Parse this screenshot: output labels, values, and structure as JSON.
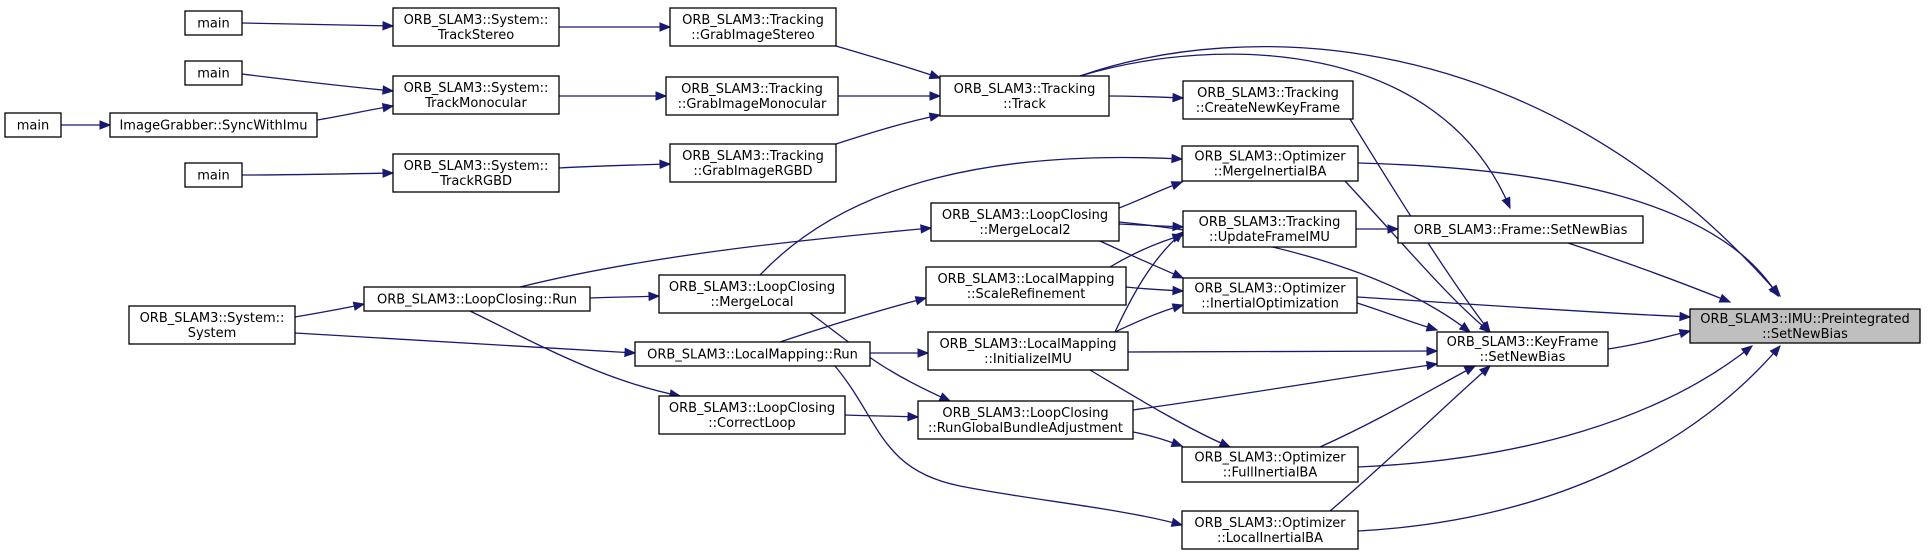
{
  "graph": {
    "nodes": {
      "target": [
        "ORB_SLAM3::IMU::Preintegrated",
        "::SetNewBias"
      ],
      "keyframe": [
        "ORB_SLAM3::KeyFrame",
        "::SetNewBias"
      ],
      "frame": [
        "ORB_SLAM3::Frame::SetNewBias"
      ],
      "track": [
        "ORB_SLAM3::Tracking",
        "::Track"
      ],
      "createkf": [
        "ORB_SLAM3::Tracking",
        "::CreateNewKeyFrame"
      ],
      "mergeiba": [
        "ORB_SLAM3::Optimizer",
        "::MergeInertialBA"
      ],
      "updateimu": [
        "ORB_SLAM3::Tracking",
        "::UpdateFrameIMU"
      ],
      "inertialopt": [
        "ORB_SLAM3::Optimizer",
        "::InertialOptimization"
      ],
      "initimu": [
        "ORB_SLAM3::LocalMapping",
        "::InitializeIMU"
      ],
      "fulliba": [
        "ORB_SLAM3::Optimizer",
        "::FullInertialBA"
      ],
      "localiba": [
        "ORB_SLAM3::Optimizer",
        "::LocalInertialBA"
      ],
      "rungba": [
        "ORB_SLAM3::LoopClosing",
        "::RunGlobalBundleAdjustment"
      ],
      "mergelocal2": [
        "ORB_SLAM3::LoopClosing",
        "::MergeLocal2"
      ],
      "scalerefine": [
        "ORB_SLAM3::LocalMapping",
        "::ScaleRefinement"
      ],
      "grabstereo": [
        "ORB_SLAM3::Tracking",
        "::GrabImageStereo"
      ],
      "grabmono": [
        "ORB_SLAM3::Tracking",
        "::GrabImageMonocular"
      ],
      "grabrgbd": [
        "ORB_SLAM3::Tracking",
        "::GrabImageRGBD"
      ],
      "mergelocal": [
        "ORB_SLAM3::LoopClosing",
        "::MergeLocal"
      ],
      "lmrun": [
        "ORB_SLAM3::LocalMapping::Run"
      ],
      "correctloop": [
        "ORB_SLAM3::LoopClosing",
        "::CorrectLoop"
      ],
      "sysstereo": [
        "ORB_SLAM3::System::",
        "TrackStereo"
      ],
      "sysmono": [
        "ORB_SLAM3::System::",
        "TrackMonocular"
      ],
      "sysrgbd": [
        "ORB_SLAM3::System::",
        "TrackRGBD"
      ],
      "lcrun": [
        "ORB_SLAM3::LoopClosing::Run"
      ],
      "system": [
        "ORB_SLAM3::System::",
        "System"
      ],
      "grabber": [
        "ImageGrabber::SyncWithImu"
      ],
      "main1": [
        "main"
      ],
      "main2": [
        "main"
      ],
      "main3": [
        "main"
      ],
      "main4": [
        "main"
      ]
    }
  }
}
